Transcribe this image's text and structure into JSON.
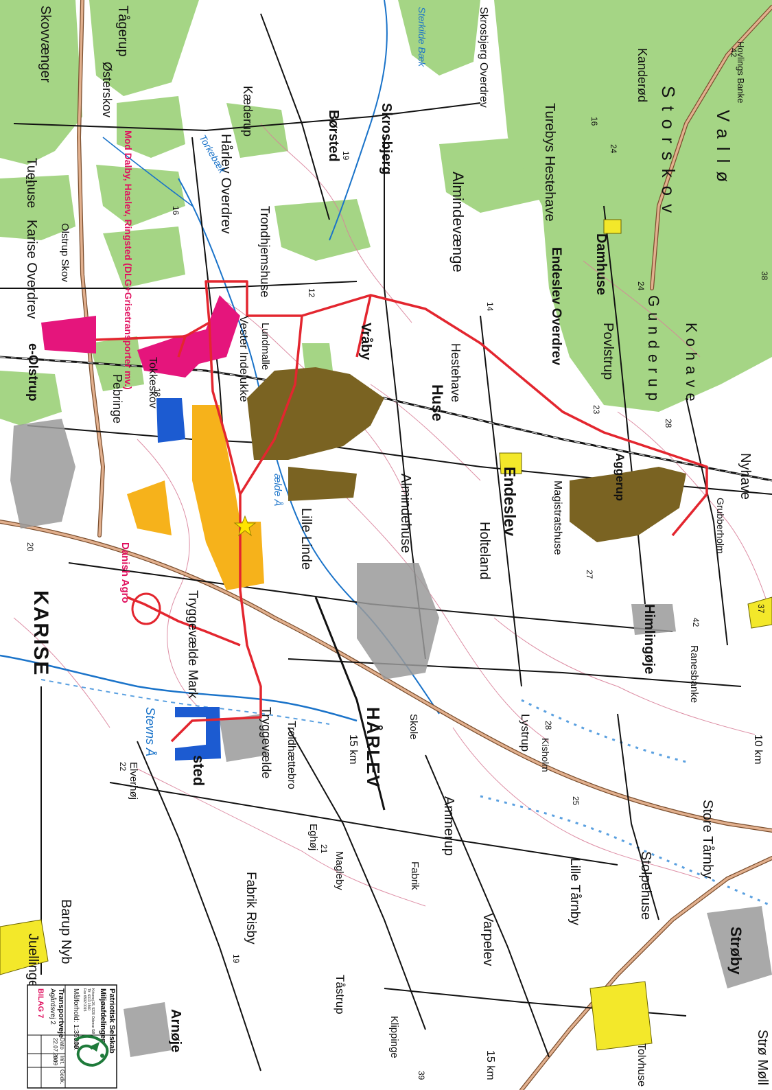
{
  "map": {
    "places": [
      {
        "id": "taagerup",
        "label": "Tågerup"
      },
      {
        "id": "skovvaenger",
        "label": "Skovvænger"
      },
      {
        "id": "oesterskov",
        "label": "Østerskov"
      },
      {
        "id": "tuehuse",
        "label": "Tuehuse"
      },
      {
        "id": "karise_overdrev",
        "label": "Karise Overdrev"
      },
      {
        "id": "olstrup_skov",
        "label": "Olstrup Skov"
      },
      {
        "id": "e_olstrup",
        "label": "e-Olstrup"
      },
      {
        "id": "harley_overdrev",
        "label": "Hårlev Overdrev"
      },
      {
        "id": "kaederup",
        "label": "Kæderup"
      },
      {
        "id": "trondhjemshuse",
        "label": "Trondhjemshuse"
      },
      {
        "id": "vester_indelukke",
        "label": "Vester Indelukke"
      },
      {
        "id": "lundmalle",
        "label": "Lundmalle"
      },
      {
        "id": "pebringe",
        "label": "Pebringe"
      },
      {
        "id": "tokkeskov",
        "label": "Tokkeskov"
      },
      {
        "id": "borsted",
        "label": "Børsted"
      },
      {
        "id": "skrosbjerg",
        "label": "Skrosbjerg"
      },
      {
        "id": "skrosbjerg_overdrev",
        "label": "Skrosbjerg Overdrev"
      },
      {
        "id": "vraaby",
        "label": "Vråby"
      },
      {
        "id": "almindevaenge",
        "label": "Almindevænge"
      },
      {
        "id": "turebys_hestehave",
        "label": "Turebys Hestehave"
      },
      {
        "id": "damhuse",
        "label": "Damhuse"
      },
      {
        "id": "endeslev_overdrev",
        "label": "Endeslev Overdrev"
      },
      {
        "id": "povlstrup",
        "label": "Povlstrup"
      },
      {
        "id": "huse",
        "label": "Huse"
      },
      {
        "id": "hestehave",
        "label": "Hestehave"
      },
      {
        "id": "gunderup",
        "label": "Gunderup"
      },
      {
        "id": "kohave",
        "label": "Kohave"
      },
      {
        "id": "aggerup",
        "label": "Aggerup"
      },
      {
        "id": "endeslev",
        "label": "Endeslev"
      },
      {
        "id": "magistratshuse",
        "label": "Magistratshuse"
      },
      {
        "id": "holteland",
        "label": "Holteland"
      },
      {
        "id": "almindehuse",
        "label": "Almindehuse"
      },
      {
        "id": "lille_linde",
        "label": "Lille Linde"
      },
      {
        "id": "tryggevaelde_mark",
        "label": "Tryggevælde Mark"
      },
      {
        "id": "tryggevaelde",
        "label": "Tryggevælde"
      },
      {
        "id": "nyhave",
        "label": "Nyhave"
      },
      {
        "id": "grubberholm",
        "label": "Grubberholm"
      },
      {
        "id": "himlingoeje",
        "label": "Himlingøje"
      },
      {
        "id": "ranesbanke",
        "label": "Ranesbanke"
      },
      {
        "id": "lystrup",
        "label": "Lystrup"
      },
      {
        "id": "kisholm",
        "label": "Kisholm"
      },
      {
        "id": "store_taarnby",
        "label": "Store Tårnby"
      },
      {
        "id": "lille_taarnby",
        "label": "Lille Tårnby"
      },
      {
        "id": "stolpehuse",
        "label": "Stolpehuse"
      },
      {
        "id": "strobby",
        "label": "Strøby"
      },
      {
        "id": "harlev",
        "label": "HÅRLEV"
      },
      {
        "id": "skole",
        "label": "Skole"
      },
      {
        "id": "troldhaettebro",
        "label": "Troldhættebro"
      },
      {
        "id": "eghoj",
        "label": "Eghøj"
      },
      {
        "id": "ammerup",
        "label": "Ammerup"
      },
      {
        "id": "magleby",
        "label": "Magleby"
      },
      {
        "id": "fabrik",
        "label": "Fabrik"
      },
      {
        "id": "varpelev",
        "label": "Varpelev"
      },
      {
        "id": "taastrup",
        "label": "Tåstrup"
      },
      {
        "id": "fabrik_risby",
        "label": "Fabrik Risby"
      },
      {
        "id": "arnoje",
        "label": "Arnøje"
      },
      {
        "id": "karise",
        "label": "KARISE"
      },
      {
        "id": "juellinge",
        "label": "Juellinge"
      },
      {
        "id": "barup_nyb",
        "label": "Barup Nyb"
      },
      {
        "id": "elverhoj",
        "label": "Elverhøj"
      },
      {
        "id": "hv_sted",
        "label": "sted"
      },
      {
        "id": "store_hestehave",
        "label": "Storskov"
      },
      {
        "id": "vallo",
        "label": "Vallø"
      },
      {
        "id": "kanderod",
        "label": "Kanderød"
      },
      {
        "id": "hovlings_banke",
        "label": "Hovlings Banke"
      },
      {
        "id": "stroby_molle",
        "label": "Strø Møll"
      },
      {
        "id": "tolvhuse",
        "label": "Tolvhuse"
      },
      {
        "id": "klippinge",
        "label": "Klippinge"
      }
    ],
    "water": [
      {
        "id": "stevns_aa",
        "label": "Stevns Å"
      },
      {
        "id": "torkebaek",
        "label": "Torkebæk"
      },
      {
        "id": "sterkilde_baek",
        "label": "Sterkilde Bæk"
      },
      {
        "id": "aelde_aa",
        "label": "ælde Å"
      }
    ],
    "route_annotation": "Mod Dalby, Haslev, Ringsted (DLG+Grisetransporter mv.)",
    "danish_agro": "Danish Agro",
    "distance_15km": "15 km",
    "distance_10km": "10 km",
    "distance_15km_right": "15 km",
    "spot_heights": [
      "21",
      "16",
      "19",
      "12",
      "14",
      "24",
      "23",
      "28",
      "27",
      "37",
      "42",
      "25",
      "28",
      "22",
      "20",
      "18",
      "42",
      "16",
      "24",
      "38",
      "39",
      "21",
      "19"
    ],
    "colors": {
      "route": "#e3262f",
      "magenta": "#e5157c",
      "brown": "#7a6322",
      "orange": "#f6b21b",
      "blue": "#1c5bd1",
      "yellow": "#f3e82a",
      "forest": "#9ccf79",
      "road_main": "#c9926b",
      "water": "#1a73c9",
      "contour": "#d9819a"
    }
  },
  "title_block": {
    "org": "Patriotisk Selskab",
    "dept": "Miljøafdelingen",
    "addr1": "Kirkevej 26, 5220 Odense SØ",
    "addr2": "Tlf. 6313 1560",
    "addr3": "Fax 6592 0015",
    "scale": "Målforhold: 1:35000",
    "jnr": "J.Nr.",
    "title": "Transportveje",
    "subtitle": "Agårdsvej 2",
    "dato_label": "Dato",
    "dato": "22.07.2009",
    "init_label": "Init.",
    "init": "tro",
    "godk_label": "Godk.",
    "bilag": "BILAG 7"
  }
}
